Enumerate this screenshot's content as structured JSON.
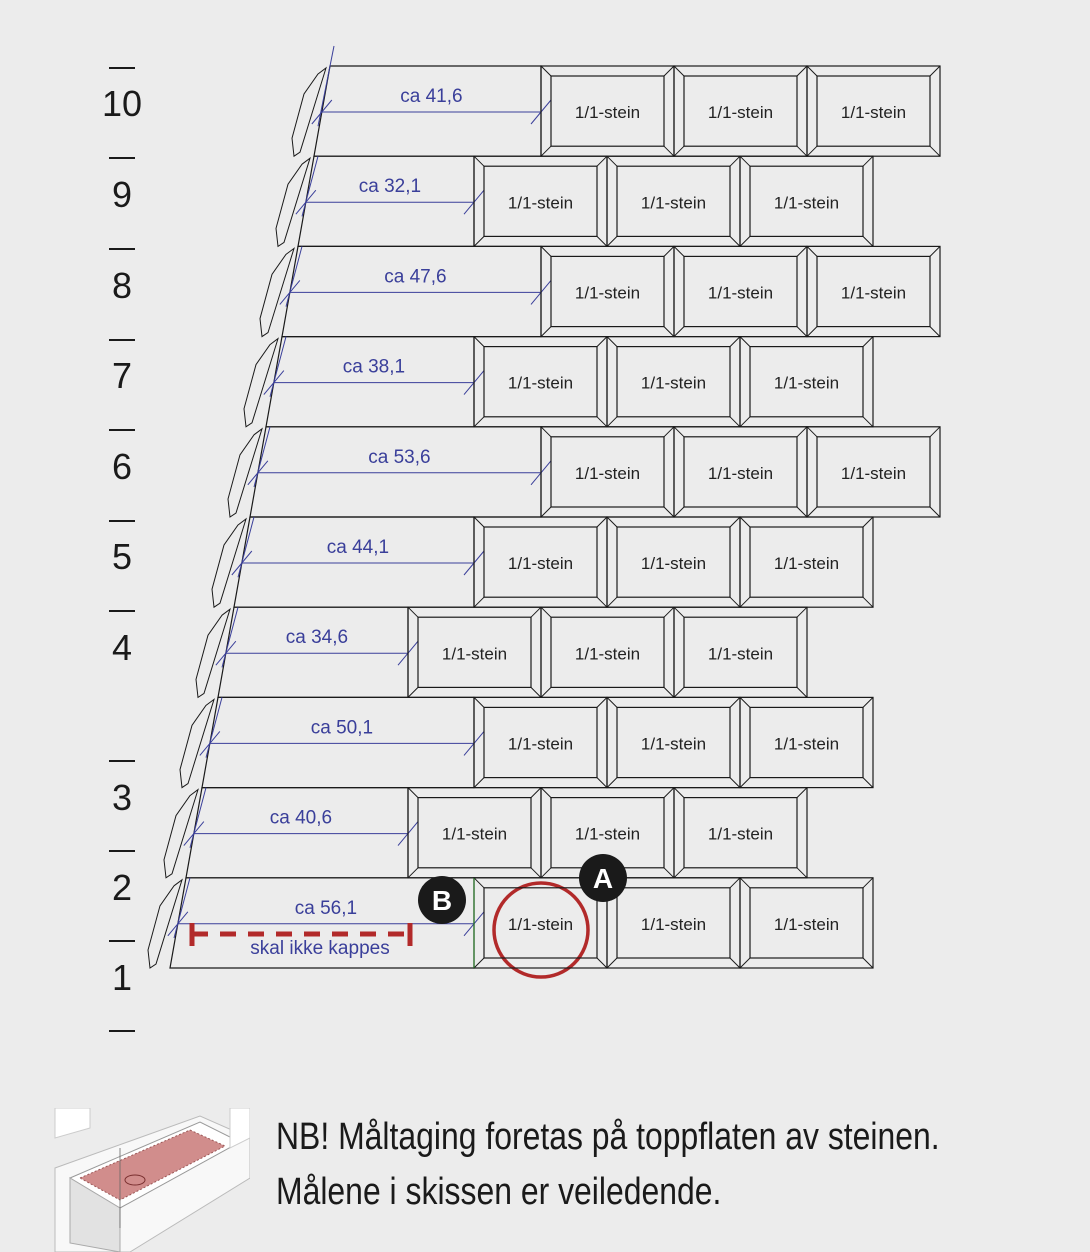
{
  "colors": {
    "background": "#ececec",
    "line": "#1a1a1a",
    "dimension": "#3a3f9a",
    "marker": "#b22a2a",
    "badge": "#1a1a1a"
  },
  "scale_labels": [
    "10",
    "9",
    "8",
    "7",
    "6",
    "5",
    "4",
    "3",
    "2",
    "1"
  ],
  "stone_label": "1/1-stein",
  "rows": [
    {
      "cut_label": "ca 41,6",
      "full_stones": 3,
      "offset": "long"
    },
    {
      "cut_label": "ca 32,1",
      "full_stones": 3,
      "offset": "mid"
    },
    {
      "cut_label": "ca 47,6",
      "full_stones": 3,
      "offset": "long"
    },
    {
      "cut_label": "ca 38,1",
      "full_stones": 3,
      "offset": "mid"
    },
    {
      "cut_label": "ca 53,6",
      "full_stones": 3,
      "offset": "long"
    },
    {
      "cut_label": "ca 44,1",
      "full_stones": 3,
      "offset": "mid"
    },
    {
      "cut_label": "ca 34,6",
      "full_stones": 3,
      "offset": "short"
    },
    {
      "cut_label": "ca 50,1",
      "full_stones": 3,
      "offset": "mid"
    },
    {
      "cut_label": "ca 40,6",
      "full_stones": 3,
      "offset": "short"
    },
    {
      "cut_label": "ca 56,1",
      "full_stones": 3,
      "offset": "mid"
    }
  ],
  "annotations": {
    "marker_a": "A",
    "marker_b": "B",
    "no_cut_text": "skal ikke kappes"
  },
  "note": {
    "line1": "NB! Måltaging foretas på toppflaten av steinen.",
    "line2": "Målene i skissen er veiledende."
  }
}
